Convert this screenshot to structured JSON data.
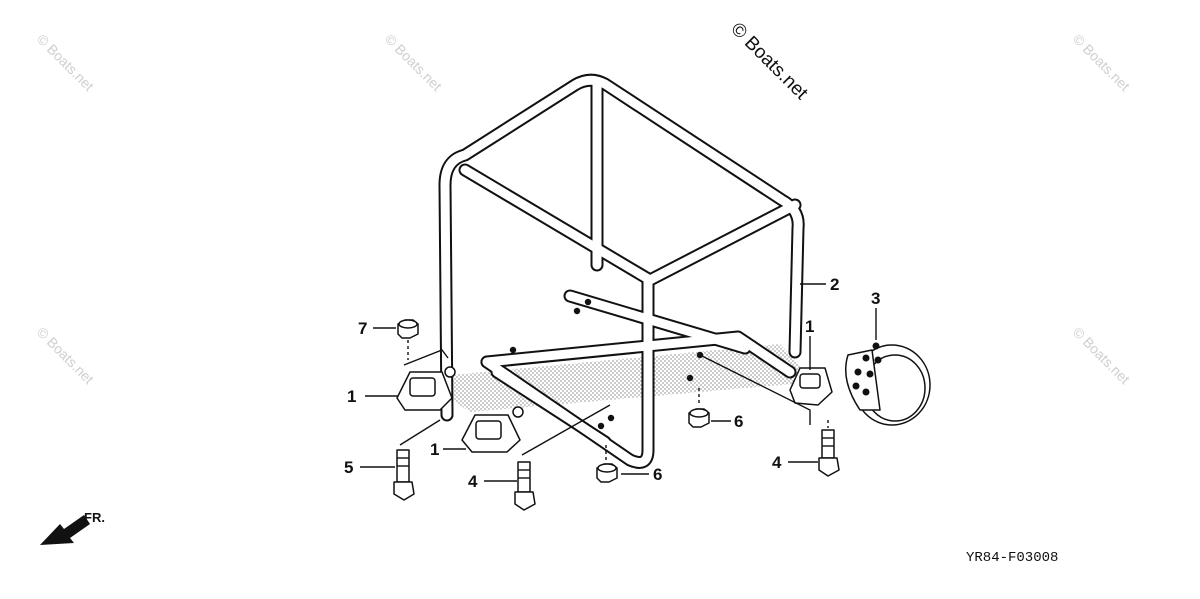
{
  "watermark": "© Boats.net",
  "copyright": "© Boats.net",
  "diagram_code": "YR84-F03008",
  "direction_label": "FR.",
  "callouts": [
    "7",
    "1",
    "1",
    "5",
    "4",
    "6",
    "2",
    "3",
    "1",
    "6",
    "4"
  ],
  "colors": {
    "ink": "#111111",
    "watermark": "#cfcfcf",
    "background": "#ffffff"
  },
  "icons": [
    "front-direction-arrow-icon"
  ]
}
